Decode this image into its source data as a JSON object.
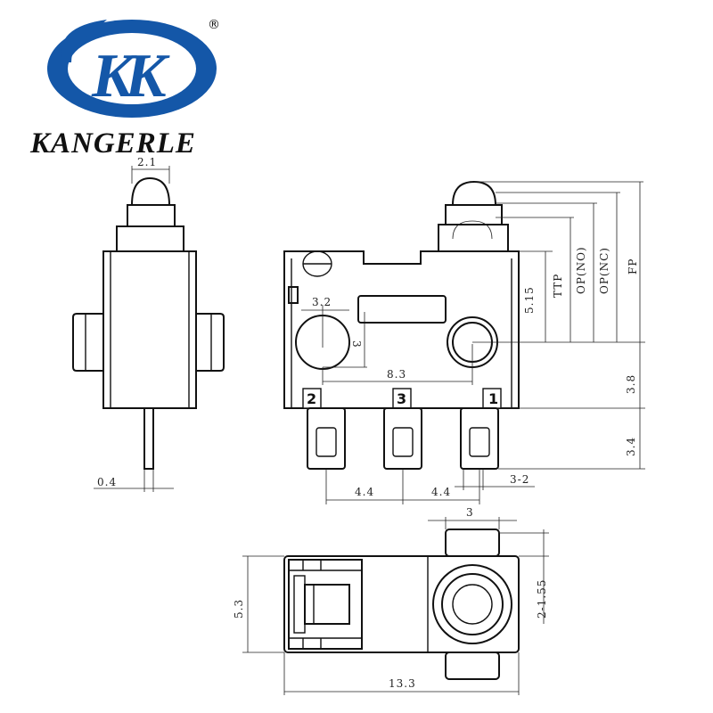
{
  "brand": {
    "name": "KANGERLE",
    "registered": "®",
    "logo_mark": "K",
    "logo_color": "#1457a8"
  },
  "pins": {
    "pin1": "1",
    "pin2": "2",
    "pin3": "3"
  },
  "dimensions": {
    "plunger_width": "2.1",
    "lever_thickness": "0.4",
    "hole_offset_x": "3.2",
    "hole_offset_y": "3",
    "hole_spacing": "8.3",
    "plunger_to_hole": "5.15",
    "hole_to_terminal": "3.8",
    "terminal_length": "3.4",
    "terminal_pitch_left": "4.4",
    "terminal_pitch_right": "4.4",
    "terminal_offset": "3-2",
    "plunger_base_width": "3",
    "body_height": "5.3",
    "hole_spec": "2-1.55",
    "body_length": "13.3"
  },
  "positions": {
    "ttp": "TTP",
    "op_no": "OP(NO)",
    "op_nc": "OP(NC)",
    "fp": "FP"
  }
}
